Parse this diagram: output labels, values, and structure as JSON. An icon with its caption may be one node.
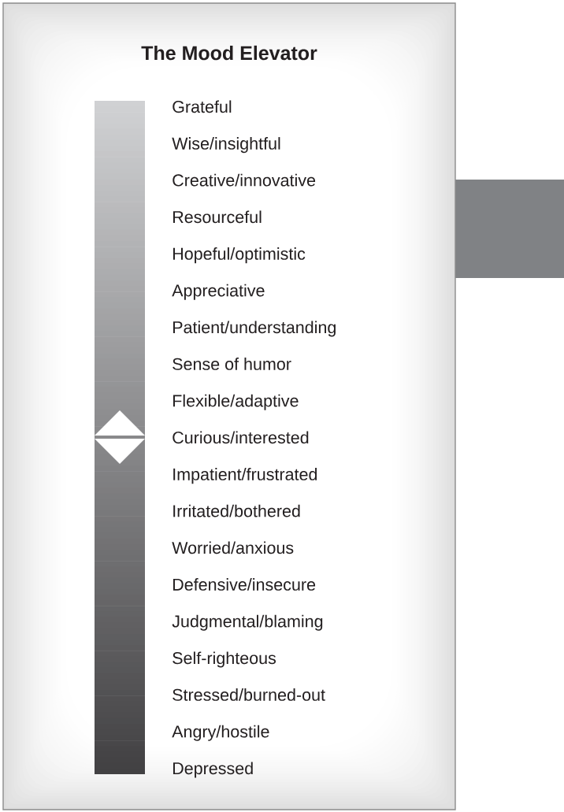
{
  "diagram": {
    "title": "The Mood Elevator",
    "nodes": [
      {
        "text": [],
        "shape": "box"
      }
    ],
    "labels": [
      "Grateful",
      "Wise/insightful",
      "Creative/innovative",
      "Resourceful",
      "Hopeful/optimistic",
      "Appreciative",
      "Patient/understanding",
      "Sense of humor",
      "Flexible/adaptive",
      "Curious/interested",
      "Impatient/frustrated",
      "Irritated/bothered",
      "Worried/anxious",
      "Defensive/insecure",
      "Judgmental/blaming",
      "Self-righteous",
      "Stressed/burned-out",
      "Angry/hostile",
      "Depressed"
    ]
  }
}
